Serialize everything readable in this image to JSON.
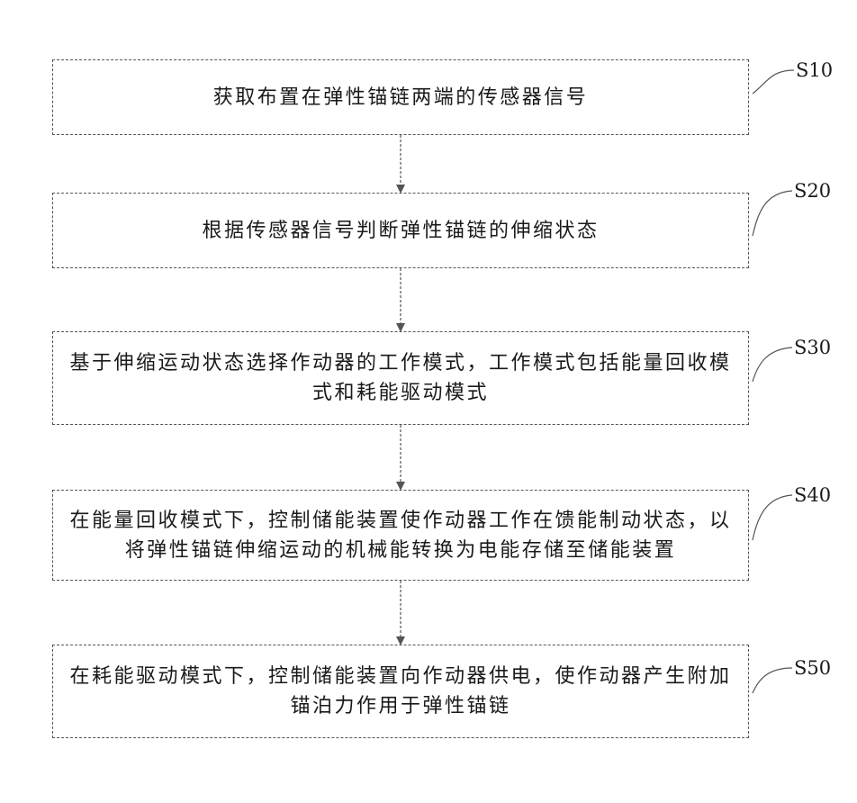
{
  "steps": [
    {
      "id": "S10",
      "label": "S10",
      "text": "获取布置在弹性锚链两端的传感器信号"
    },
    {
      "id": "S20",
      "label": "S20",
      "text": "根据传感器信号判断弹性锚链的伸缩状态"
    },
    {
      "id": "S30",
      "label": "S30",
      "text": "基于伸缩运动状态选择作动器的工作模式，工作模式包括能量回收模式和耗能驱动模式"
    },
    {
      "id": "S40",
      "label": "S40",
      "text": "在能量回收模式下，控制储能装置使作动器工作在馈能制动状态，以将弹性锚链伸缩运动的机械能转换为电能存储至储能装置"
    },
    {
      "id": "S50",
      "label": "S50",
      "text": "在耗能驱动模式下，控制储能装置向作动器供电，使作动器产生附加锚泊力作用于弹性锚链"
    }
  ],
  "colors": {
    "line": "#555555",
    "text": "#1a1a1a"
  }
}
